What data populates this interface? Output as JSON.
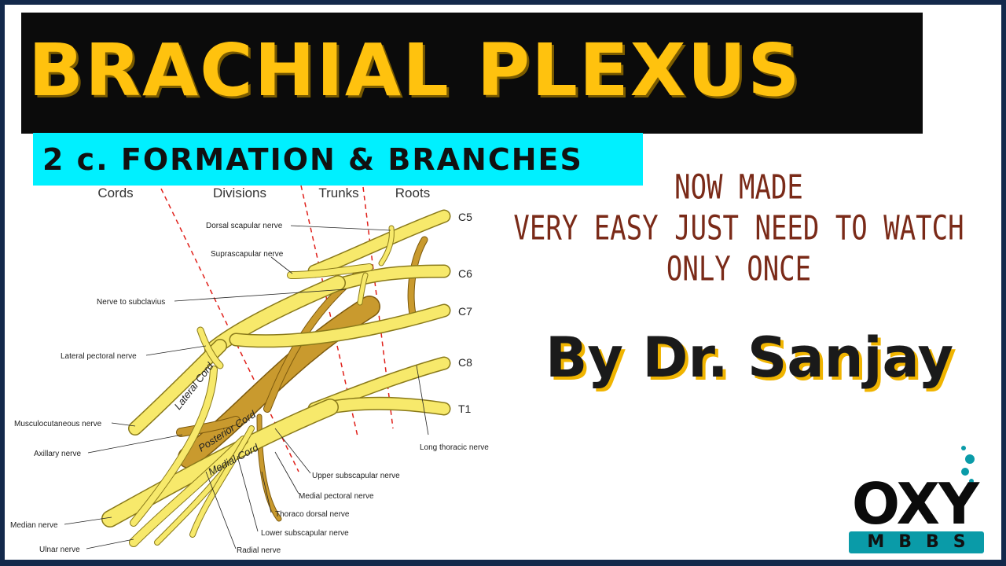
{
  "title": "BRACHIAL PLEXUS",
  "subtitle": "2 c. FORMATION & BRANCHES",
  "tagline": [
    "NOW MADE",
    "VERY EASY JUST NEED TO WATCH",
    "ONLY ONCE"
  ],
  "author": "By Dr. Sanjay",
  "diagram": {
    "headers": [
      "Cords",
      "Divisions",
      "Trunks",
      "Roots"
    ],
    "roots": [
      "C5",
      "C6",
      "C7",
      "C8",
      "T1"
    ],
    "cords": [
      "Lateral Cord",
      "Posterior Cord",
      "Medial Cord"
    ],
    "nerves": [
      "Dorsal scapular nerve",
      "Suprascapular nerve",
      "Nerve to subclavius",
      "Lateral pectoral nerve",
      "Musculocutaneous nerve",
      "Axillary nerve",
      "Median nerve",
      "Ulnar nerve",
      "Long thoracic nerve",
      "Upper subscapular nerve",
      "Medial pectoral nerve",
      "Thoraco dorsal nerve",
      "Lower subscapular nerve",
      "Radial nerve"
    ]
  },
  "logo": {
    "brand": "OXY",
    "sub": "MBBS"
  },
  "colors": {
    "title_fill": "#ffc20e",
    "title_bar": "#0b0b0b",
    "subtitle_bg": "#00f0ff",
    "tagline": "#7a2a18",
    "nerve_fill": "#f7e96b",
    "posterior_fill": "#c99a2e",
    "division_line": "#e0201a",
    "logo_accent": "#0a9ba8"
  }
}
